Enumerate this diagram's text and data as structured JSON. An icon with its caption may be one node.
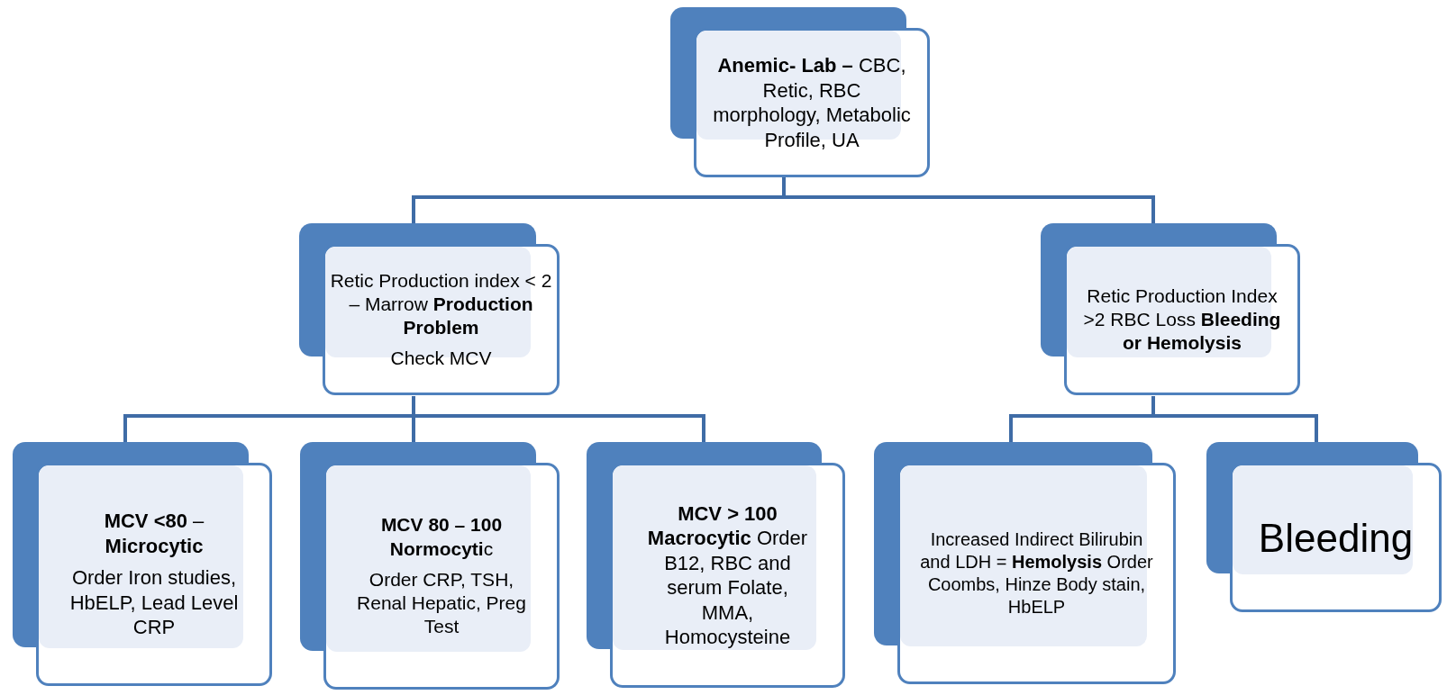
{
  "diagram": {
    "nodes": [
      {
        "text": [
          "**Anemic- Lab –** CBC, Retic, RBC morphology, Metabolic Profile, UA"
        ]
      },
      {
        "text": [
          "Retic Production index < 2 – Marrow **Production Problem**",
          "Check MCV"
        ]
      },
      {
        "text": [
          "Retic Production Index >2 RBC Loss **Bleeding or Hemolysis**"
        ]
      },
      {
        "text": [
          "**MCV <80** – **Microcytic**",
          "Order Iron studies, HbELP, Lead Level CRP"
        ]
      },
      {
        "text": [
          "**MCV 80 – 100 Normocyti**c",
          "Order CRP, TSH, Renal Hepatic, Preg Test"
        ]
      },
      {
        "text": [
          "**MCV > 100 Macrocytic** Order B12, RBC and serum Folate, MMA, Homocysteine"
        ]
      },
      {
        "text": [
          "Increased Indirect Bilirubin and LDH = **Hemolysis** Order Coombs, Hinze Body stain, HbELP"
        ]
      },
      {
        "text": [
          "Bleeding"
        ]
      }
    ],
    "edges": [
      {
        "from": 0,
        "to": 1,
        "arrow": "none"
      },
      {
        "from": 0,
        "to": 2,
        "arrow": "none"
      },
      {
        "from": 1,
        "to": 3,
        "arrow": "none"
      },
      {
        "from": 1,
        "to": 4,
        "arrow": "none"
      },
      {
        "from": 1,
        "to": 5,
        "arrow": "none"
      },
      {
        "from": 2,
        "to": 6,
        "arrow": "none"
      },
      {
        "from": 2,
        "to": 7,
        "arrow": "none"
      }
    ]
  }
}
